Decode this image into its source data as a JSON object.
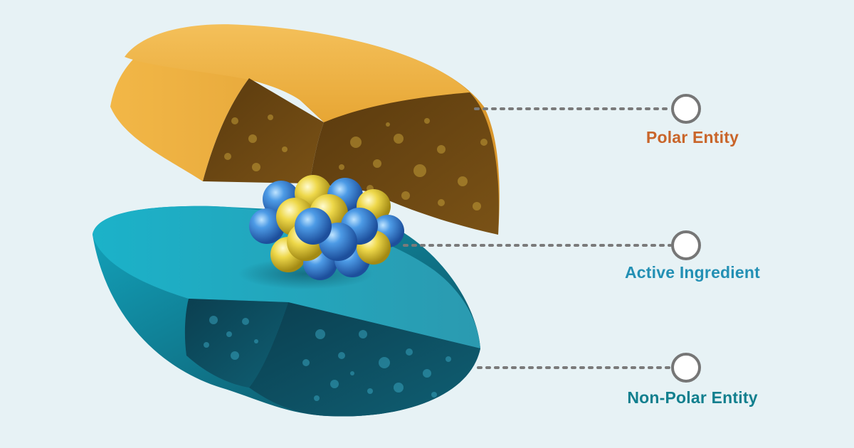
{
  "callouts": {
    "polar": {
      "label": "Polar Entity"
    },
    "active": {
      "label": "Active Ingredient"
    },
    "nonpolar": {
      "label": "Non-Polar Entity"
    }
  },
  "colors": {
    "background": "#e7f2f5",
    "polar_shell": "#e9a93a",
    "polar_cut": "#6e4a12",
    "polar_label": "#c9652a",
    "nonpolar_shell": "#1f9fb5",
    "nonpolar_cut": "#0d4f62",
    "active_label": "#2390b4",
    "nonpolar_label": "#117f8e",
    "molecule_blue": "#3a86d6",
    "molecule_yellow": "#e8d23a",
    "leader": "#777777"
  }
}
